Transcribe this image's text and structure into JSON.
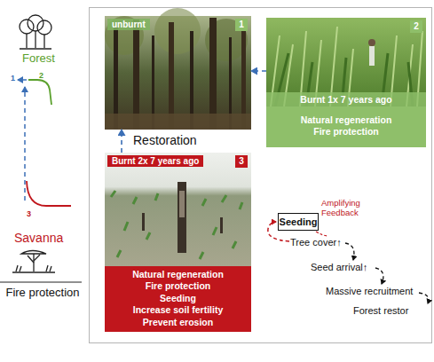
{
  "diagram": {
    "nodes": [
      {
        "text": [
          "unburnt"
        ]
      },
      {
        "text": [
          "1"
        ],
        "in": 0
      },
      {
        "text": [
          "Burnt 1x 7 years ago"
        ]
      },
      {
        "text": [
          "2"
        ],
        "in": 2
      },
      {
        "text": [
          "Natural regeneration",
          "Fire protection"
        ]
      },
      {
        "text": [
          "Burnt 2x 7 years ago"
        ]
      },
      {
        "text": [
          "3"
        ],
        "in": 5
      },
      {
        "text": [
          "Natural regeneration",
          "Fire protection",
          "Seeding",
          "Increase soil fertility",
          "Prevent erosion"
        ]
      },
      {
        "text": [
          "Seeding"
        ]
      }
    ],
    "edges": [
      {
        "from": 2,
        "to": 0,
        "arrow": "to"
      },
      {
        "from": 5,
        "to": 0,
        "arrow": "to"
      }
    ],
    "labels": [
      "Forest",
      "1",
      "2",
      "3",
      "Savanna",
      "Fire protection",
      "Restoration",
      "Amplifying Feedback",
      "Tree cover↑",
      "Seed arrival↑",
      "Massive recruitment",
      "Forest restor"
    ]
  }
}
